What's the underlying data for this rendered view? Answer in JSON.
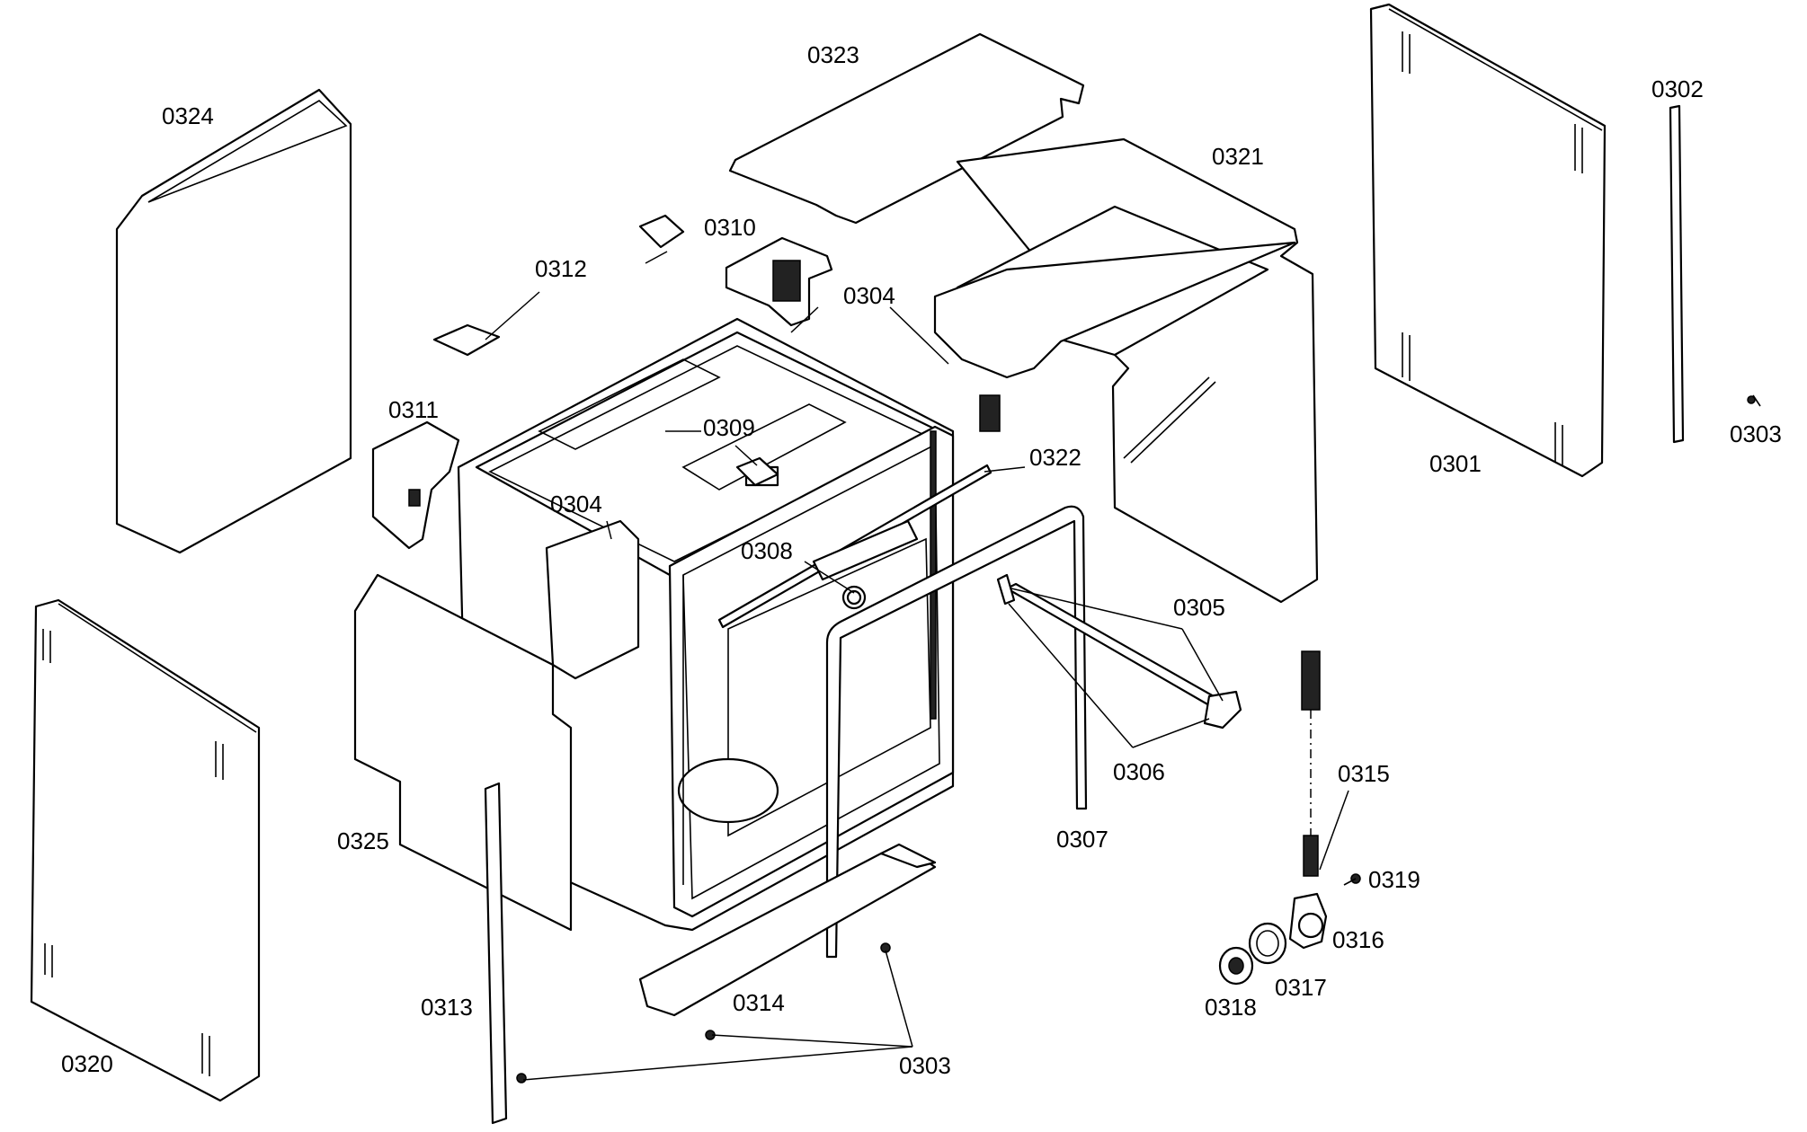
{
  "labels": {
    "p0301": "0301",
    "p0302": "0302",
    "p0303a": "0303",
    "p0303b": "0303",
    "p0304a": "0304",
    "p0304b": "0304",
    "p0305": "0305",
    "p0306": "0306",
    "p0307": "0307",
    "p0308": "0308",
    "p0309": "0309",
    "p0310": "0310",
    "p0311": "0311",
    "p0312": "0312",
    "p0313": "0313",
    "p0314": "0314",
    "p0315": "0315",
    "p0316": "0316",
    "p0317": "0317",
    "p0318": "0318",
    "p0319": "0319",
    "p0320": "0320",
    "p0321": "0321",
    "p0322": "0322",
    "p0323": "0323",
    "p0324": "0324",
    "p0325": "0325"
  }
}
